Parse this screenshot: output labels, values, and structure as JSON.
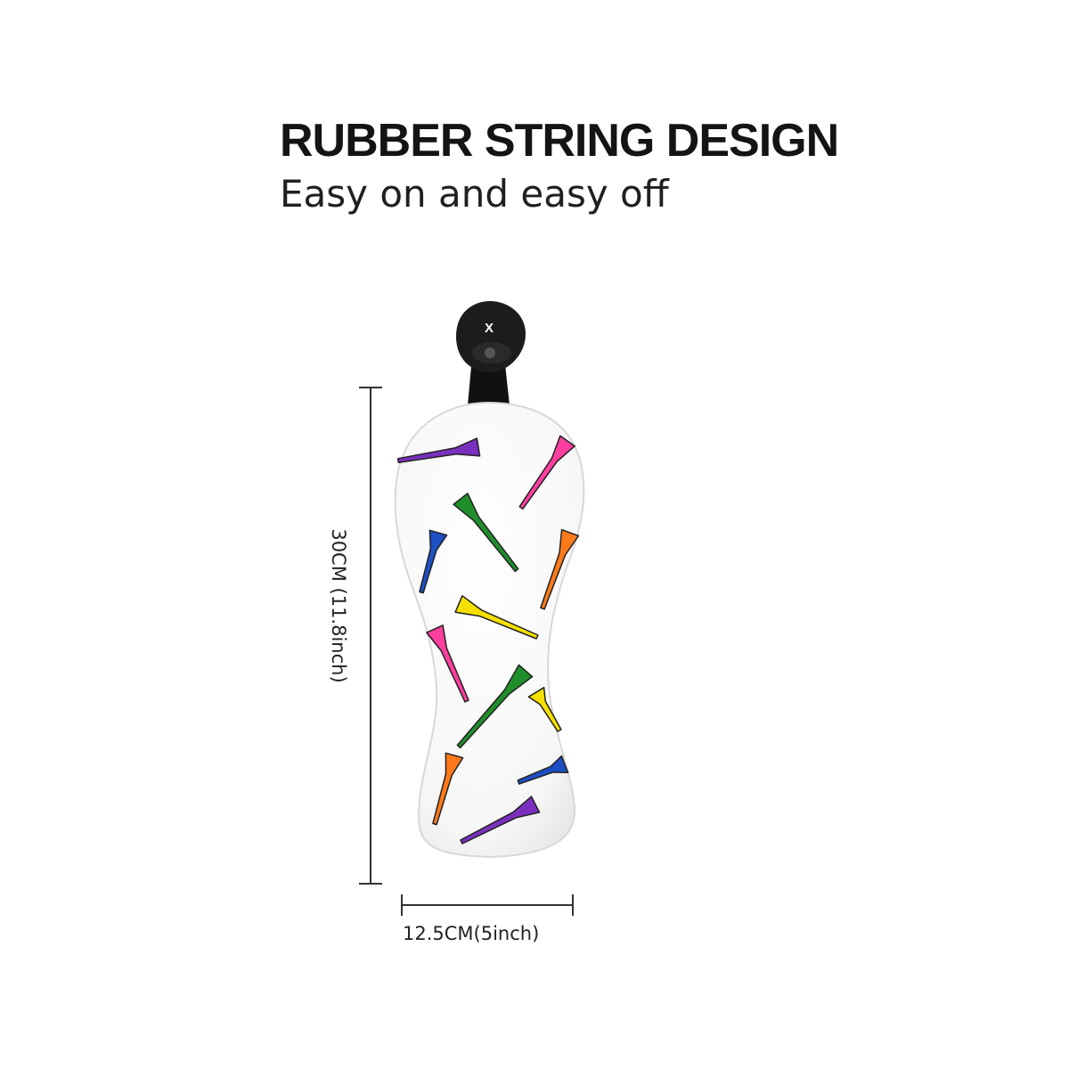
{
  "headline": "RUBBER STRING DESIGN",
  "subline": "Easy on and easy off",
  "dimensions": {
    "height": "30CM (11.8inch)",
    "width": "12.5CM(5inch)"
  },
  "product": {
    "name": "golf headcover",
    "body_color": "#ffffff",
    "pom_color": "#1c1c1c",
    "pom_mark": "X"
  },
  "tee_colors": [
    "#7b2fbf",
    "#ff3fa0",
    "#1f8f2c",
    "#1d4fc4",
    "#ff7a1a",
    "#f5e000"
  ]
}
